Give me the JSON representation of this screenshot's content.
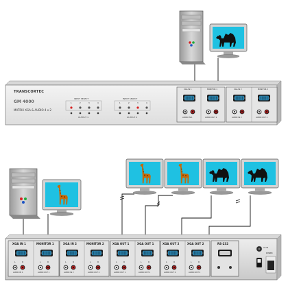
{
  "top_device": {
    "brand": "TRANSCORTEC",
    "model": "GM 4000",
    "description": "MATRIX XGA & AUDIO 4 x 2",
    "input_select_1": "INPUT SELECT",
    "input_select_2": "INPUT SELECT",
    "output_1": "OUTPUT 1",
    "output_2": "OUTPUT 2",
    "nums_1": [
      "1",
      "2",
      "3",
      "4"
    ],
    "nums_2": [
      "1",
      "2",
      "3",
      "4"
    ],
    "port_labels": [
      "XGA IN 1",
      "MONITOR 1",
      "XGA IN 2",
      "MONITOR 2"
    ],
    "audio_labels": [
      "AUDIO IN 1",
      "AUDIO OUT 1",
      "AUDIO IN 2",
      "AUDIO OUT 2"
    ]
  },
  "bottom_device": {
    "port_labels": [
      "XGA IN 1",
      "MONITOR 1",
      "XGA IN 2",
      "MONITOR 2",
      "XGA OUT 1",
      "XGA OUT 1",
      "XGA OUT 2",
      "XGA OUT 2",
      "RS-232"
    ],
    "lr_labels": [
      "L",
      "R",
      "L",
      "R",
      "L",
      "R",
      "L",
      "R",
      "L",
      "R",
      "L",
      "R",
      "L",
      "R",
      "L",
      "R"
    ],
    "audio_labels": [
      "AUDIO IN 1",
      "AUDIO OUT 1",
      "AUDIO IN 2",
      "AUDIO OUT 2",
      "AUDIO OUT 1",
      "AUDIO OUT 1",
      "AUDIO OUT 2",
      "AUDIO OUT 2"
    ],
    "ac_label": "AC IN",
    "power_label": "POWER"
  },
  "monitor_images": [
    "camel-icon",
    "giraffe-icon",
    "giraffe-icon",
    "giraffe-icon",
    "camel-icon",
    "camel-icon"
  ]
}
